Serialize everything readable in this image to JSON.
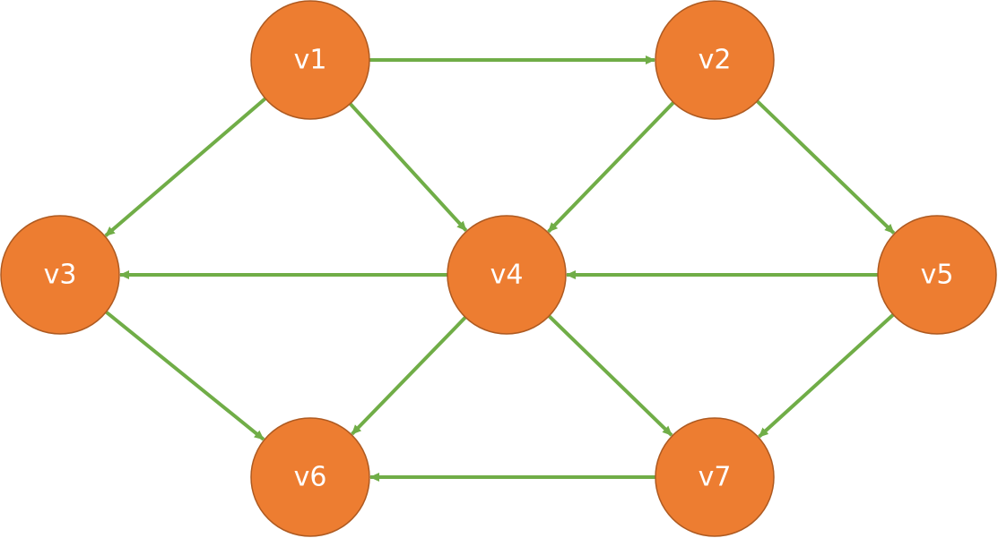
{
  "colors": {
    "node_fill": "#ED7D31",
    "node_stroke": "#AE5A21",
    "edge": "#70AD47",
    "label": "#FFFFFF",
    "background": "#FFFFFF"
  },
  "nodes": [
    {
      "id": "v1",
      "label": "v1"
    },
    {
      "id": "v2",
      "label": "v2"
    },
    {
      "id": "v3",
      "label": "v3"
    },
    {
      "id": "v4",
      "label": "v4"
    },
    {
      "id": "v5",
      "label": "v5"
    },
    {
      "id": "v6",
      "label": "v6"
    },
    {
      "id": "v7",
      "label": "v7"
    }
  ],
  "edges": [
    {
      "from": "v1",
      "to": "v2"
    },
    {
      "from": "v1",
      "to": "v3"
    },
    {
      "from": "v1",
      "to": "v4"
    },
    {
      "from": "v2",
      "to": "v4"
    },
    {
      "from": "v2",
      "to": "v5"
    },
    {
      "from": "v4",
      "to": "v3"
    },
    {
      "from": "v5",
      "to": "v4"
    },
    {
      "from": "v3",
      "to": "v6"
    },
    {
      "from": "v4",
      "to": "v6"
    },
    {
      "from": "v4",
      "to": "v7"
    },
    {
      "from": "v5",
      "to": "v7"
    },
    {
      "from": "v7",
      "to": "v6"
    }
  ]
}
